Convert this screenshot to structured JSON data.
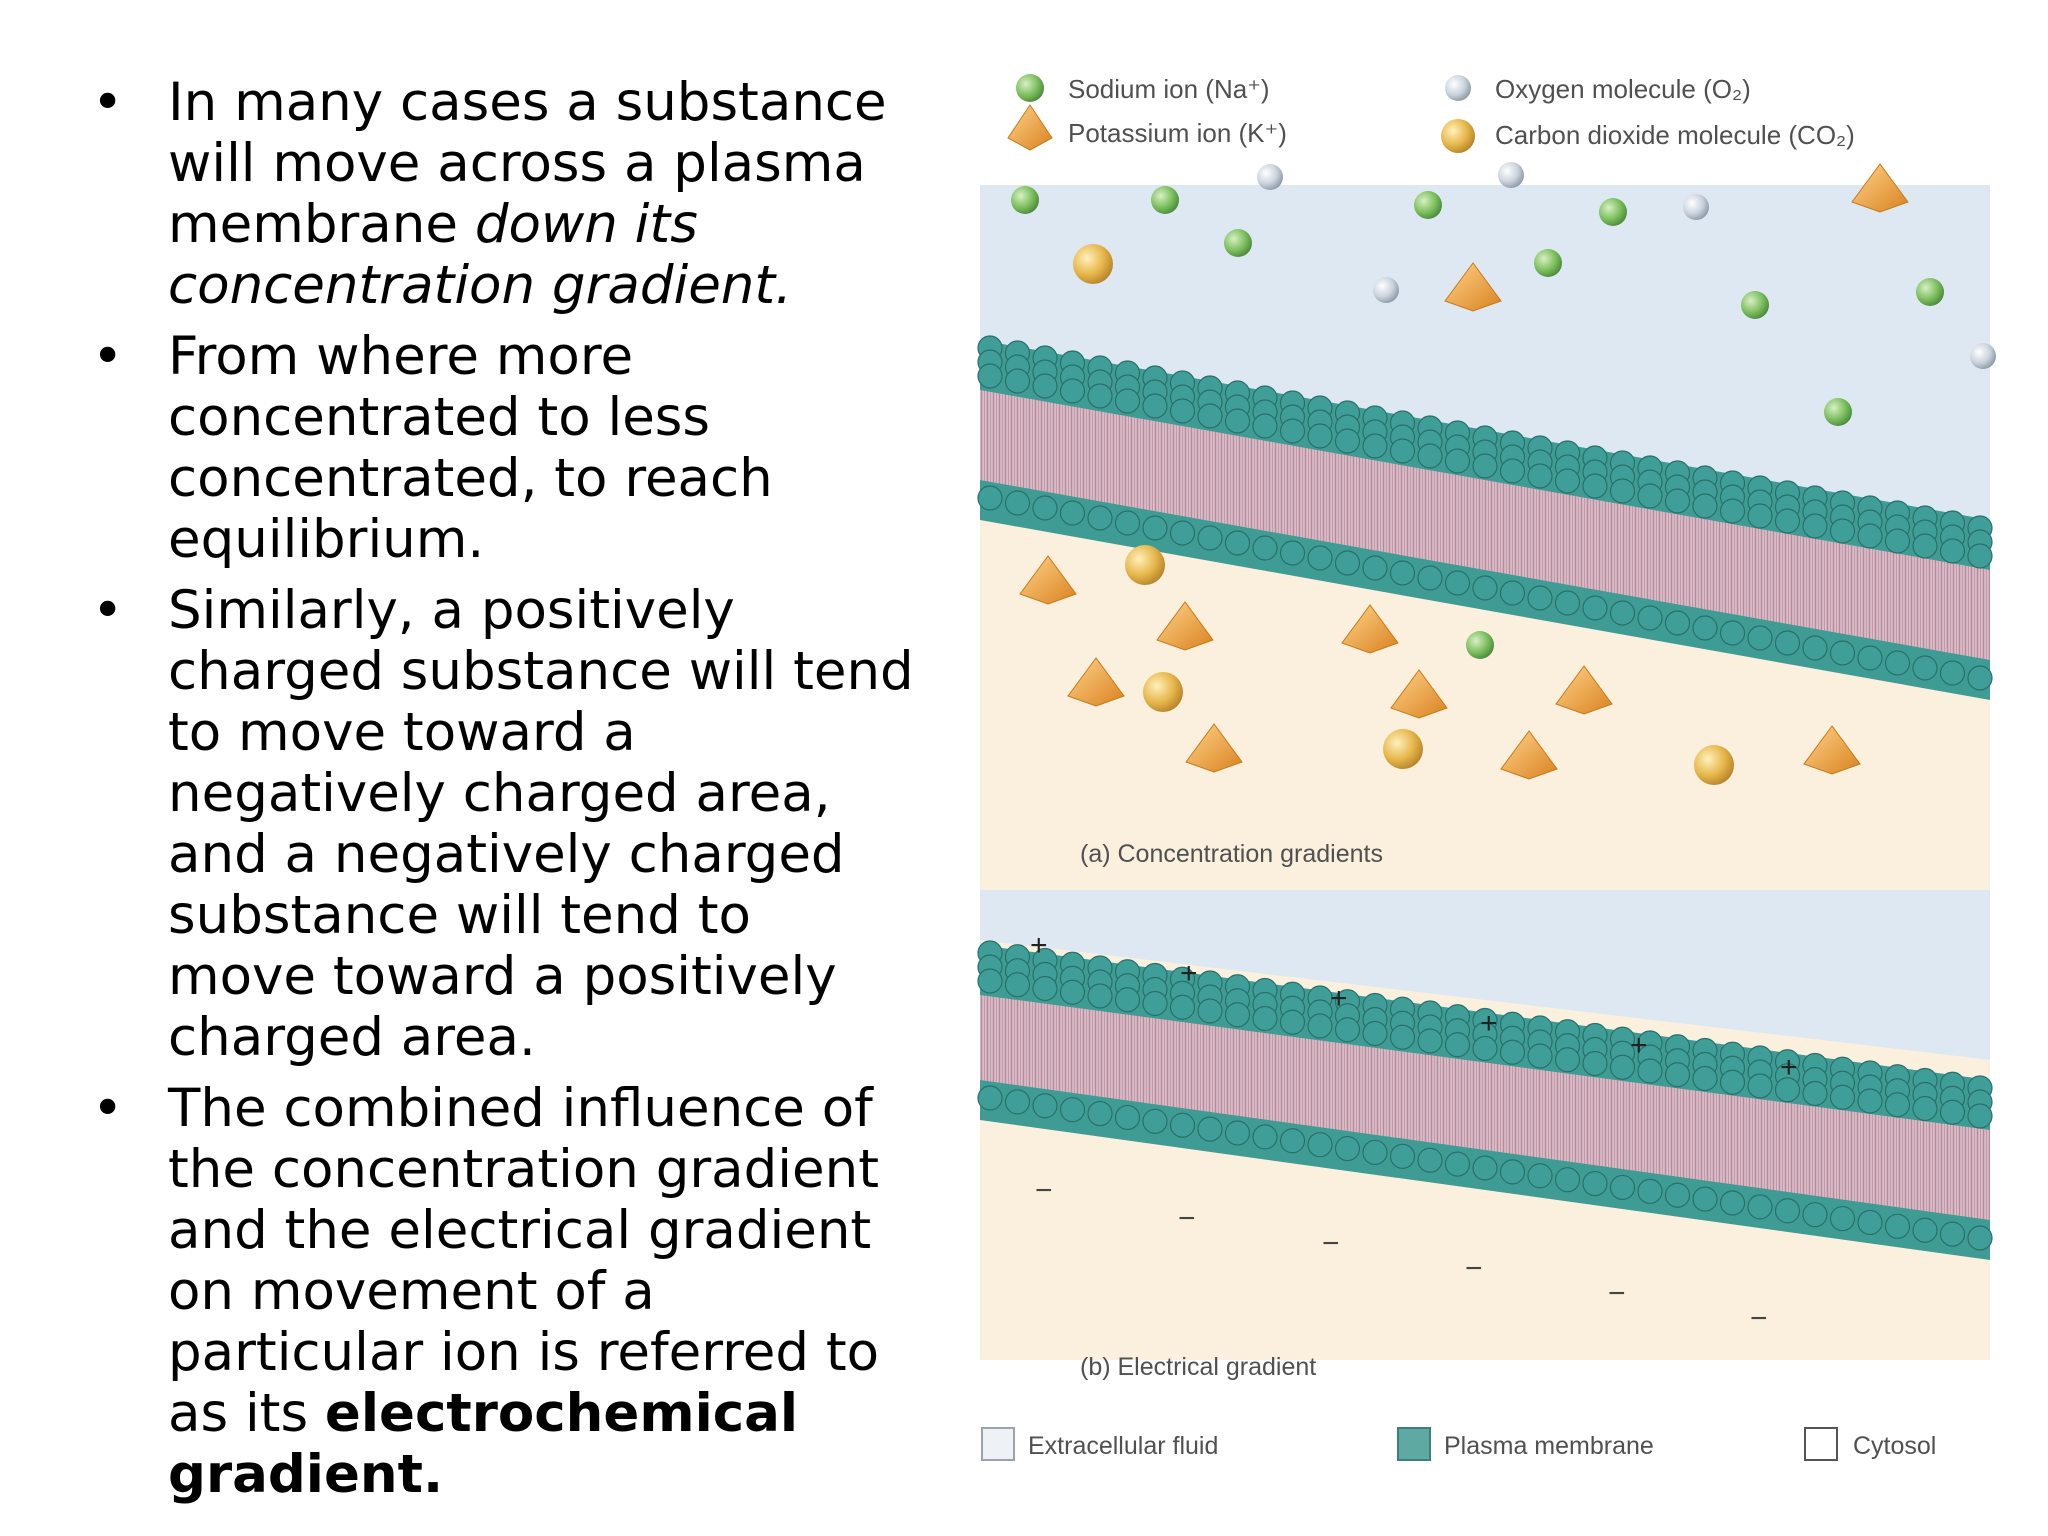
{
  "bullets": [
    {
      "runs": [
        {
          "text": "In many cases a substance will move across a plasma membrane ",
          "style": "normal"
        },
        {
          "text": "down its concentration gradient.",
          "style": "italic"
        }
      ]
    },
    {
      "runs": [
        {
          "text": "From where more concentrated to less concentrated, to reach equilibrium.",
          "style": "normal"
        }
      ]
    },
    {
      "runs": [
        {
          "text": "Similarly, a positively charged substance will tend to move toward a negatively charged area, and a negatively charged substance will tend to move toward a positively charged area.",
          "style": "normal"
        }
      ]
    },
    {
      "runs": [
        {
          "text": "The combined influence of the concentration gradient and the electrical gradient on movement of a particular ion is referred to as its ",
          "style": "normal"
        },
        {
          "text": "electrochemical gradient.",
          "style": "bold"
        }
      ]
    }
  ],
  "figure": {
    "legend_top": {
      "sodium": "Sodium ion (Na⁺)",
      "potassium": "Potassium ion (K⁺)",
      "oxygen": "Oxygen molecule (O₂)",
      "co2": "Carbon dioxide molecule (CO₂)"
    },
    "panel_a_caption": "(a) Concentration gradients",
    "panel_b_caption": "(b) Electrical gradient",
    "legend_bottom": {
      "extracellular": "Extracellular fluid",
      "membrane": "Plasma membrane",
      "cytosol": "Cytosol"
    },
    "plus_sign": "+",
    "minus_sign": "−"
  },
  "colors": {
    "extracellular": "#dde8f3",
    "cytosol": "#fbf0dd",
    "membrane_head": "#3e9c95",
    "membrane_tail": "#c8a6b4",
    "sodium": "#7cbf5e",
    "potassium": "#f0a53c",
    "oxygen": "#c9d2dc",
    "co2": "#e6b64a"
  }
}
